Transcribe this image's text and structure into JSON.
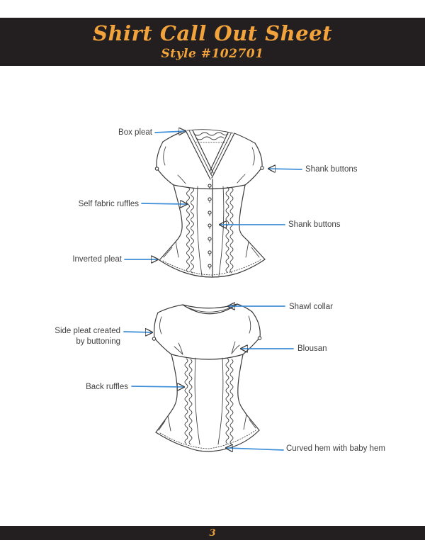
{
  "page": {
    "title": "Shirt Call Out Sheet",
    "subtitle": "Style #102701",
    "page_number": "3"
  },
  "colors": {
    "band_black": "#231f20",
    "gold_text": "#f2a33c",
    "label_text": "#414042",
    "arrow_blue": "#3d8ed8",
    "line_art": "#3b3b3d"
  },
  "front_view": {
    "callouts": {
      "box_pleat": "Box pleat",
      "shank_buttons_sleeve": "Shank buttons",
      "self_fabric_ruffles": "Self fabric ruffles",
      "shank_buttons_placket": "Shank buttons",
      "inverted_pleat": "Inverted pleat"
    }
  },
  "back_view": {
    "callouts": {
      "shawl_collar": "Shawl collar",
      "side_pleat": "Side pleat created\nby buttoning",
      "blousan": "Blousan",
      "back_ruffles": "Back ruffles",
      "curved_hem": "Curved hem with baby hem"
    }
  }
}
